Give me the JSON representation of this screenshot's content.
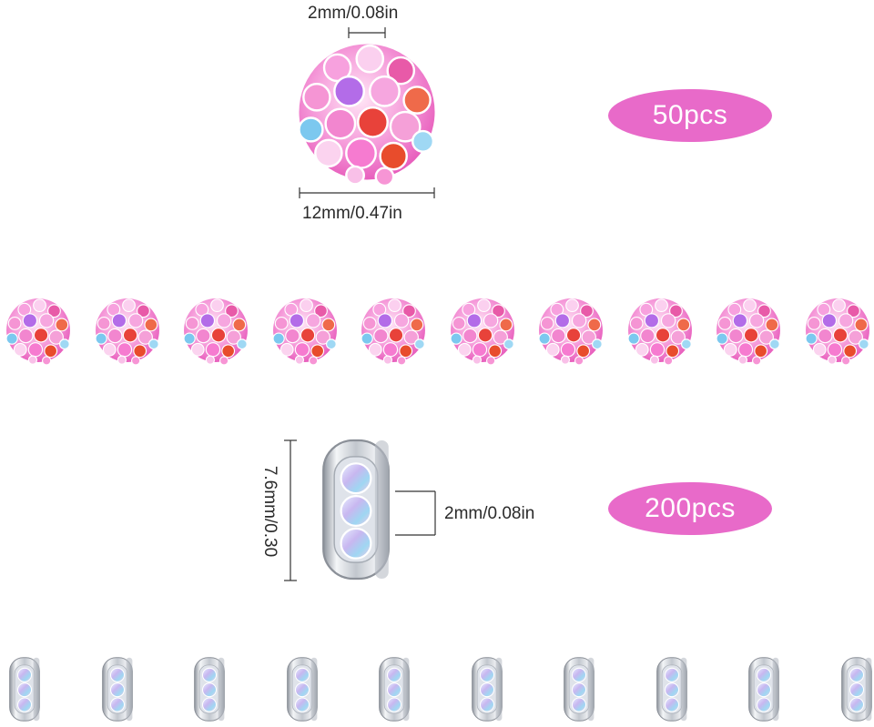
{
  "bead_ball": {
    "hole_label": "2mm/0.08in",
    "width_label": "12mm/0.47in",
    "quantity": "50pcs"
  },
  "spacer": {
    "height_label": "7.6mm/0.30",
    "hole_label": "2mm/0.08in",
    "quantity": "200pcs"
  },
  "colors": {
    "badge": "#e86ac9",
    "bead_pink": "#f37ad0",
    "bead_red": "#e8423a",
    "bead_blue": "#7cc8ef",
    "bead_purple": "#b36ce8",
    "silver": "#c9ced6"
  },
  "row_counts": {
    "balls": 10,
    "spacers": 10
  }
}
